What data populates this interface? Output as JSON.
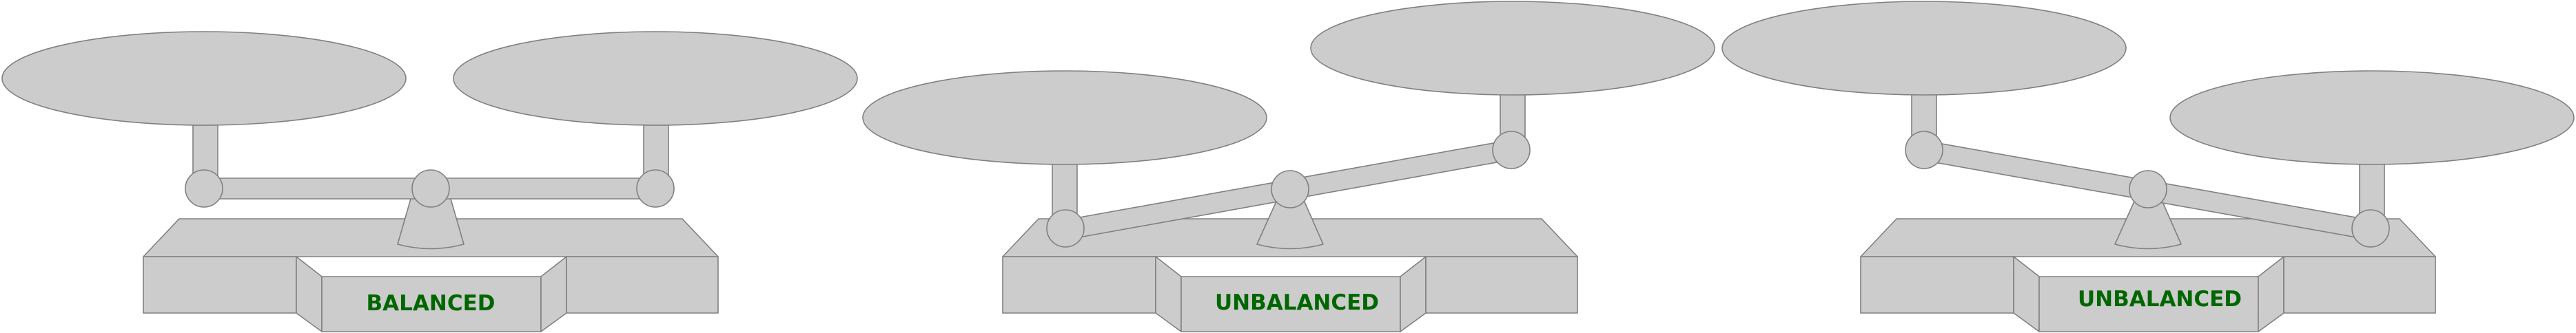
{
  "colors": {
    "fill": "#cccccc",
    "stroke": "#808080",
    "label": "#006600"
  },
  "scales": [
    {
      "label": "BALANCED",
      "state": "balanced"
    },
    {
      "label": "UNBALANCED",
      "state": "left-down"
    },
    {
      "label": "UNBALANCED",
      "state": "right-down"
    }
  ]
}
